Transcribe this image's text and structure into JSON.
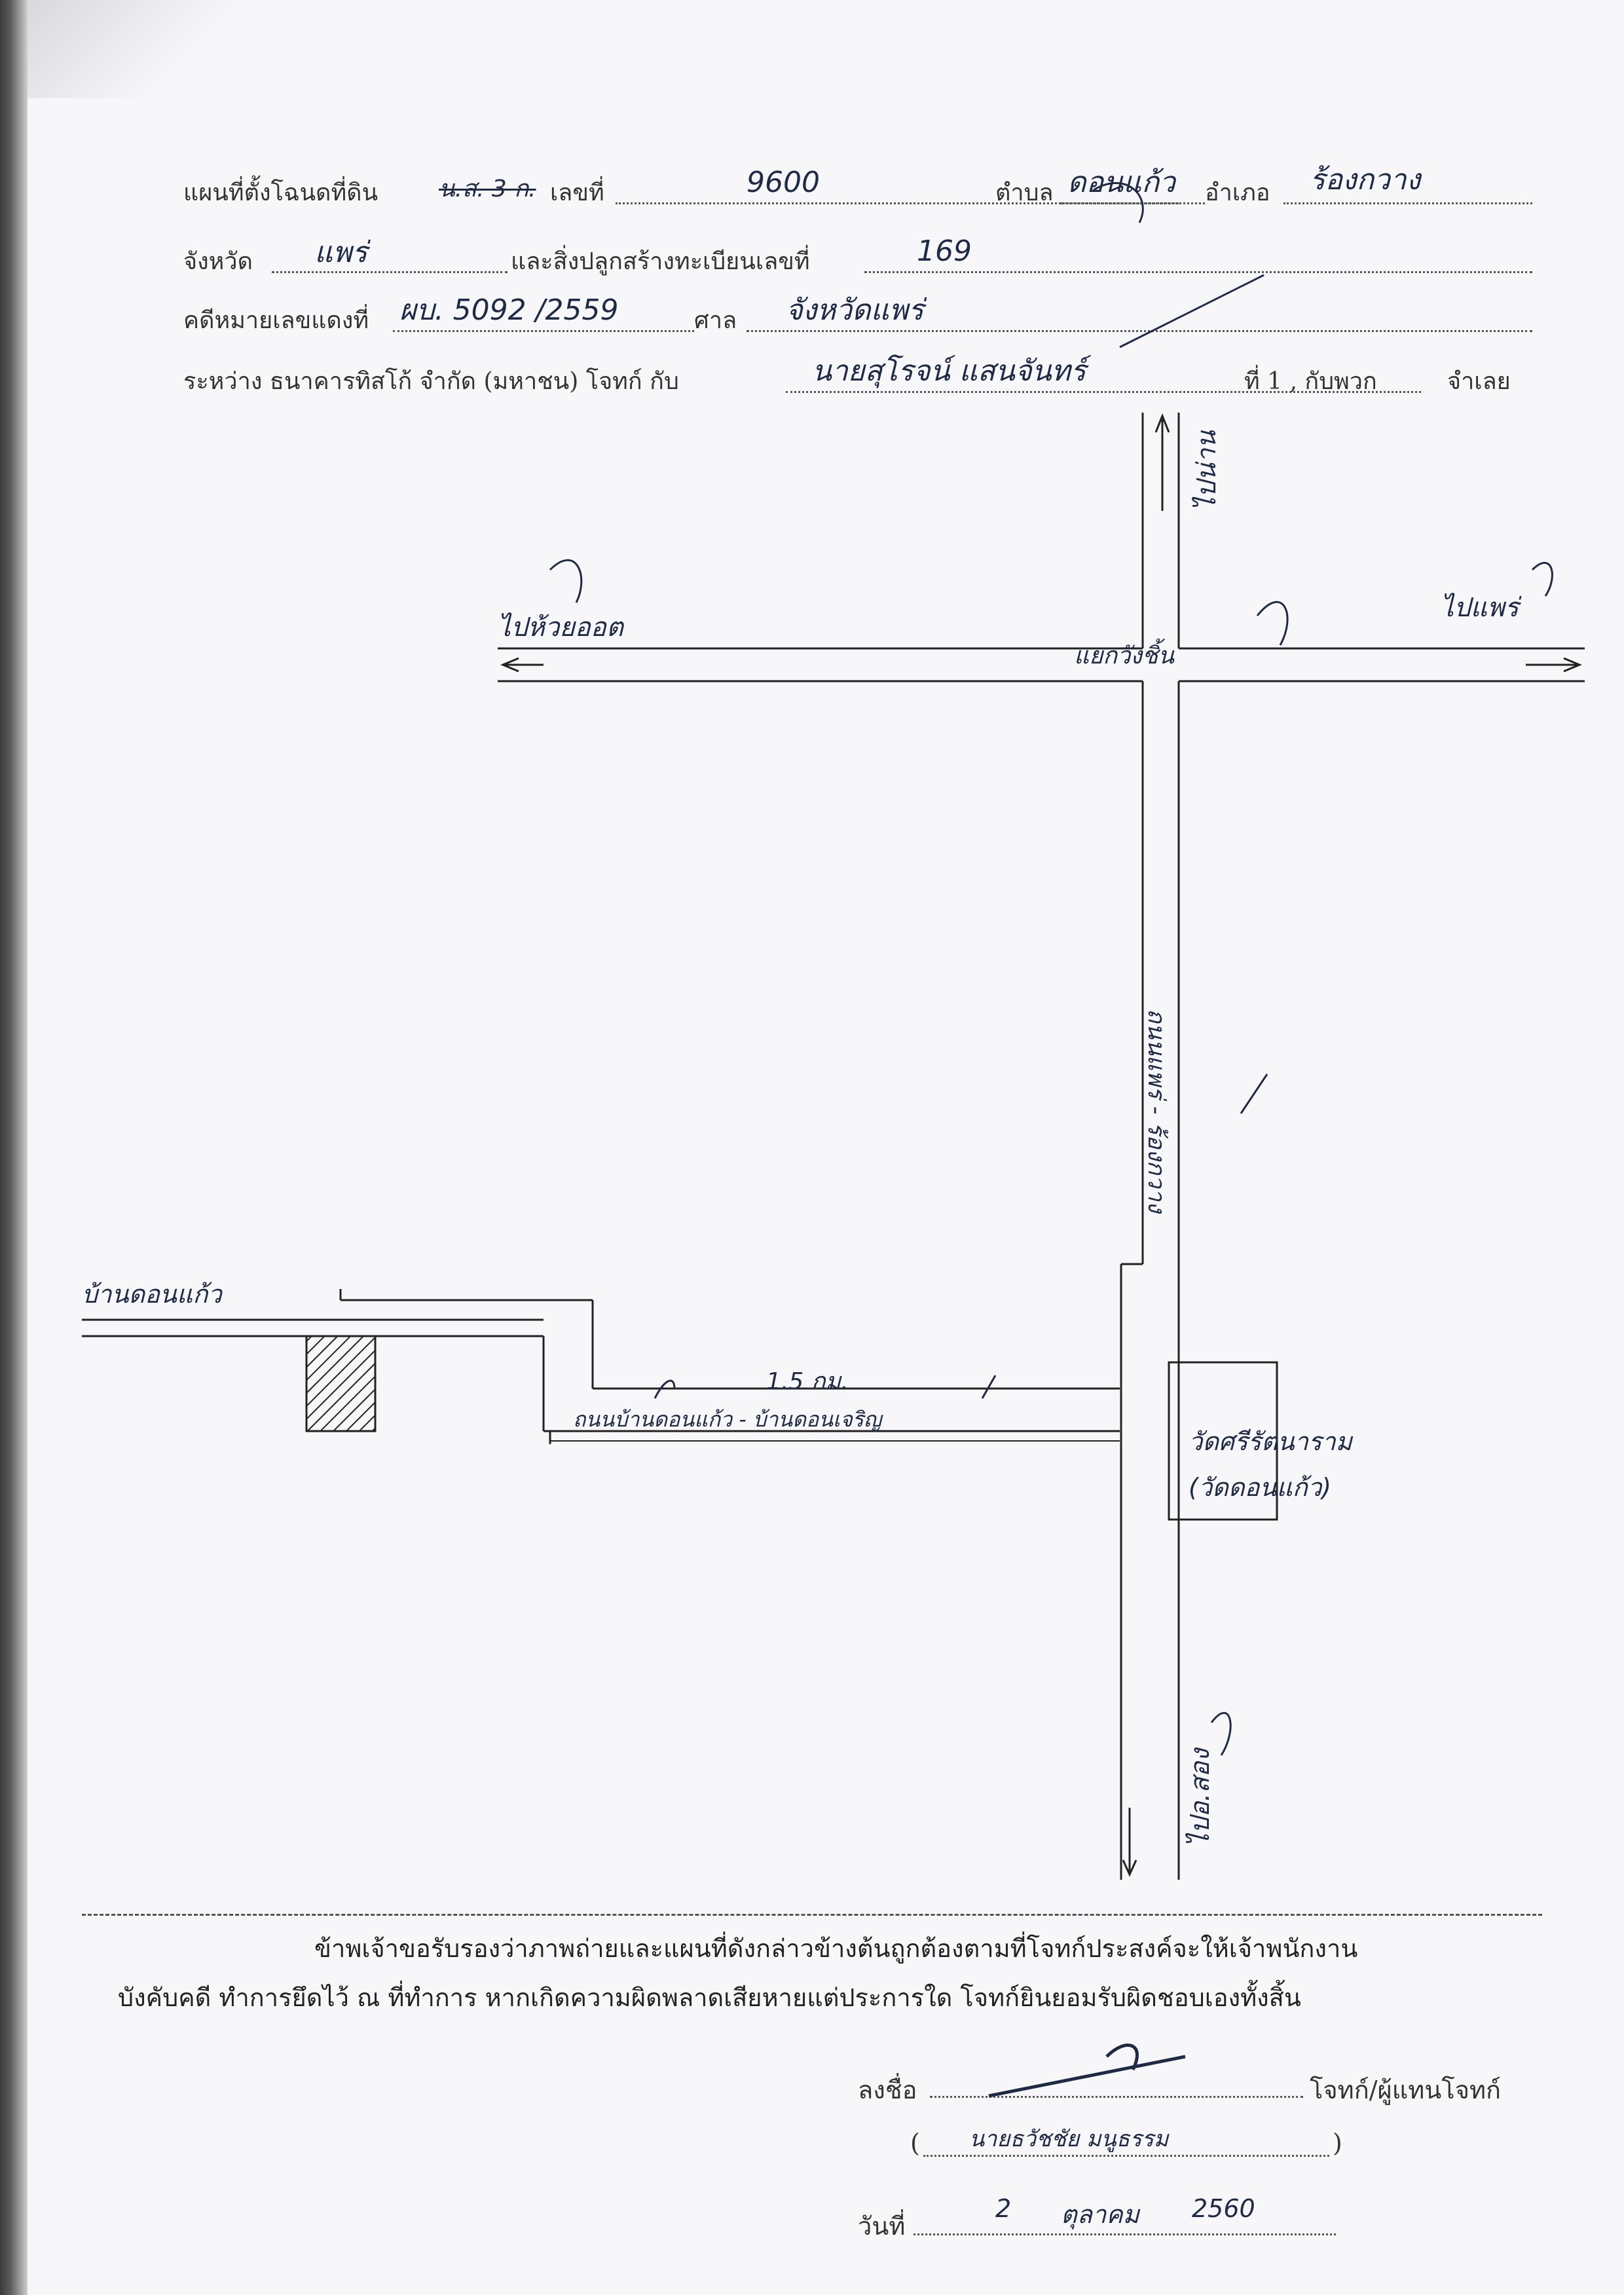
{
  "header": {
    "line1": {
      "label_map": "แผนที่ตั้งโฉนดที่ดิน",
      "doc_type": "น.ส. 3 ก.",
      "label_number": "เลขที่",
      "number": "9600",
      "label_subdistrict": "ตำบล",
      "subdistrict": "ดอนแก้ว",
      "label_district": "อำเภอ",
      "district": "ร้องกวาง"
    },
    "line2": {
      "label_province": "จังหวัด",
      "province": "แพร่",
      "label_building": "และสิ่งปลูกสร้างทะเบียนเลขที่",
      "building_number": "169"
    },
    "line3": {
      "label_case": "คดีหมายเลขแดงที่",
      "case_number": "ผบ. 5092 /2559",
      "label_court": "ศาล",
      "court": "จังหวัดแพร่"
    },
    "line4": {
      "label_between": "ระหว่าง ธนาคารทิสโก้ จำกัด (มหาชน) โจทก์ กับ",
      "defendant": "นายสุโรจน์ แสนจันทร์",
      "label_suffix": "ที่ 1 , กับพวก",
      "label_tail": "จำเลย"
    }
  },
  "map": {
    "north_label": "ไปน่าน",
    "west_label": "ไปห้วยออต",
    "east_label": "ไปแพร่",
    "junction_label": "แยกวังชิ้น",
    "main_road_label": "ถนนแพร่ - ร้องกวาง",
    "village_label": "บ้านดอนแก้ว",
    "distance_label": "1.5 กม.",
    "side_road_label": "ถนนบ้านดอนแก้ว - บ้านดอนเจริญ",
    "temple_label_1": "วัดศรีรัตนาราม",
    "temple_label_2": "(วัดดอนแก้ว)",
    "south_label": "ไปอ.สอง"
  },
  "certification": {
    "line1": "ข้าพเจ้าขอรับรองว่าภาพถ่ายและแผนที่ดังกล่าวข้างต้นถูกต้องตามที่โจทก์ประสงค์จะให้เจ้าพนักงาน",
    "line2": "บังคับคดี ทำการยึดไว้ ณ ที่ทำการ หากเกิดความผิดพลาดเสียหายแต่ประการใด โจทก์ยินยอมรับผิดชอบเองทั้งสิ้น"
  },
  "signature": {
    "label_sign": "ลงชื่อ",
    "label_role": "โจทก์/ผู้แทนโจทก์",
    "name": "นายธวัชชัย มนูธรรม",
    "label_date": "วันที่",
    "day": "2",
    "month": "ตุลาคม",
    "year": "2560"
  },
  "colors": {
    "paper": "#f7f7f9",
    "ink_print": "#222222",
    "ink_pen": "#1f2a44"
  }
}
